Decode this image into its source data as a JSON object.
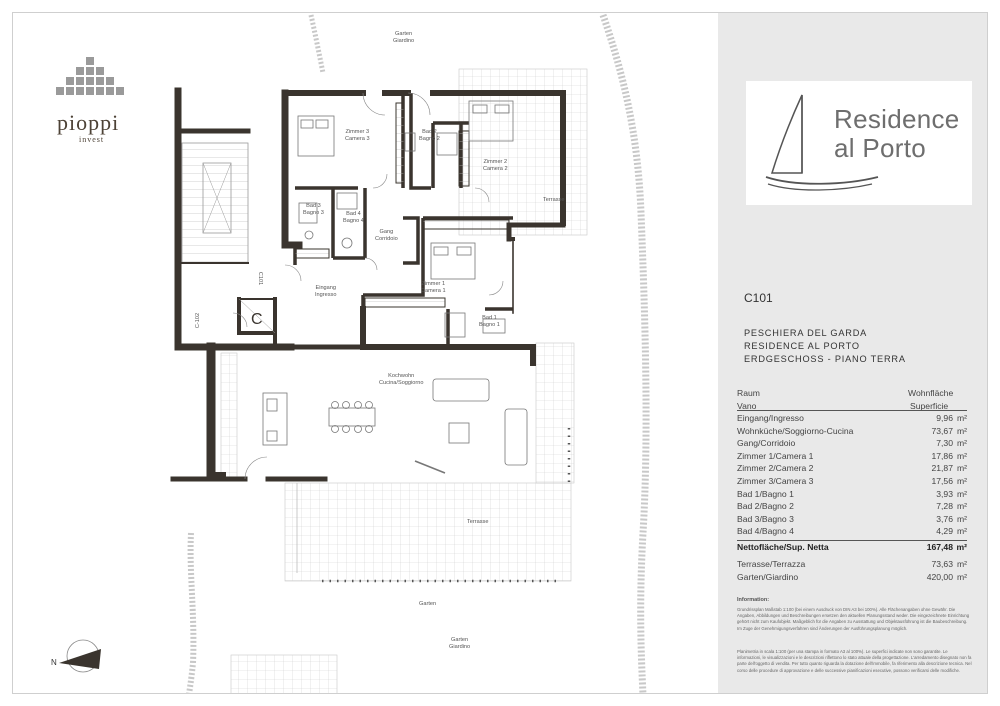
{
  "brand": {
    "name": "pioppi",
    "sub": "invest"
  },
  "logo": {
    "line1": "Residence",
    "line2": "al Porto"
  },
  "unit": "C101",
  "address": [
    "PESCHIERA DEL GARDA",
    "RESIDENCE AL PORTO",
    "ERDGESCHOSS - PIANO TERRA"
  ],
  "table": {
    "header_left": [
      "Raum",
      "Vano"
    ],
    "header_right": [
      "Wohnfläche",
      "Superficie"
    ],
    "rows": [
      {
        "name": "Eingang/Ingresso",
        "value": "9,96",
        "unit": "m²"
      },
      {
        "name": "Wohnküche/Soggiorno-Cucina",
        "value": "73,67",
        "unit": "m²"
      },
      {
        "name": "Gang/Corridoio",
        "value": "7,30",
        "unit": "m²"
      },
      {
        "name": "Zimmer 1/Camera 1",
        "value": "17,86",
        "unit": "m²"
      },
      {
        "name": "Zimmer 2/Camera 2",
        "value": "21,87",
        "unit": "m²"
      },
      {
        "name": "Zimmer 3/Camera 3",
        "value": "17,56",
        "unit": "m²"
      },
      {
        "name": "Bad 1/Bagno 1",
        "value": "3,93",
        "unit": "m²"
      },
      {
        "name": "Bad 2/Bagno 2",
        "value": "7,28",
        "unit": "m²"
      },
      {
        "name": "Bad 3/Bagno 3",
        "value": "3,76",
        "unit": "m²"
      },
      {
        "name": "Bad 4/Bagno 4",
        "value": "4,29",
        "unit": "m²"
      }
    ],
    "total": {
      "name": "Nettofläche/Sup. Netta",
      "value": "167,48",
      "unit": "m²"
    },
    "extras": [
      {
        "name": "Terrasse/Terrazza",
        "value": "73,63",
        "unit": "m²"
      },
      {
        "name": "Garten/Giardino",
        "value": "420,00",
        "unit": "m²"
      }
    ]
  },
  "info": {
    "title": "Information:",
    "p1": "Grundrissplan Maßstab 1:100 (bei einem Ausdruck von DIN A3 bei 100%). Alle Flächenangaben ohne Gewähr. Die Angaben, Abbildungen und Beschreibungen ersetzen den aktuellen Planungsstand weder. Die eingezeichnete Einrichtung gehört nicht zum Kaufobjekt. Maßgeblich für die Angaben zu Ausstattung und Objektausführung ist die Baubeschreibung. Im Zuge der Genehmigungsverfahren sind Änderungen der Ausführungsplanung möglich.",
    "p2": "Planimetria in scala 1:100 (per una stampa in formato A3 al 100%). Le superfici indicate non sono garantite. Le informazioni, le visualizzazioni e le descrizioni riflettono lo stato attuale della progettazione. L'arredamento disegnato non fa parte dell'oggetto di vendita. Per tutto quanto riguarda la dotazione dell'immobile, fa riferimento alla descrizione tecnica. Nel corso delle procedure di approvazione e delle successive pianificazioni esecutive, possono verificarsi delle modifiche."
  },
  "plan_labels": {
    "garten_top": [
      "Garten",
      "Giardino"
    ],
    "garten_bottom": [
      "Garten",
      "Giardino"
    ],
    "garten_mid": "Garten",
    "terrasse_right": "Terrasse",
    "terrasse_bottom": "Terrasse",
    "zimmer3": [
      "Zimmer 3",
      "Camera 3"
    ],
    "bad2": [
      "Bad 2",
      "Bagno 2"
    ],
    "zimmer2": [
      "Zimmer 2",
      "Camera 2"
    ],
    "bad3": [
      "Bad 3",
      "Bagno 3"
    ],
    "bad4": [
      "Bad 4",
      "Bagno 4"
    ],
    "gang": [
      "Gang",
      "Corridoio"
    ],
    "zimmer1": [
      "Zimmer 1",
      "Camera 1"
    ],
    "bad1": [
      "Bad 1",
      "Bagno 1"
    ],
    "eingang": [
      "Eingang",
      "Ingresso"
    ],
    "kochen": [
      "Kochwohn",
      "Cucina/Soggiorno"
    ],
    "c101": "C101",
    "c102": "C-102",
    "c_stair": "C",
    "north": "N"
  },
  "colors": {
    "wall": "#3a342e",
    "panel": "#e9e9e9",
    "brand": "#4d4236",
    "grid": "#cfcfcf"
  }
}
